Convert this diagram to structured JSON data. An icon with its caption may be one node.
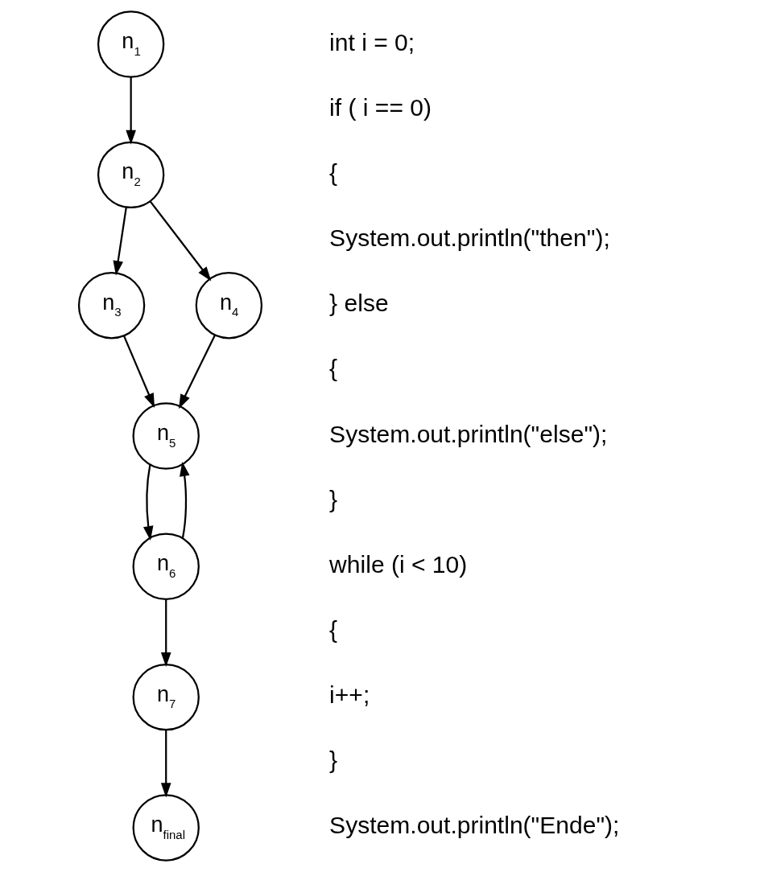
{
  "diagram": {
    "nodes": [
      {
        "text": [
          "n$_{1}$"
        ]
      },
      {
        "text": [
          "n$_{2}$"
        ]
      },
      {
        "text": [
          "n$_{3}$"
        ]
      },
      {
        "text": [
          "n$_{4}$"
        ]
      },
      {
        "text": [
          "n$_{5}$"
        ]
      },
      {
        "text": [
          "n$_{6}$"
        ]
      },
      {
        "text": [
          "n$_{7}$"
        ]
      },
      {
        "text": [
          "n$_{final}$"
        ]
      }
    ],
    "edges": [
      {
        "from": 0,
        "to": 1,
        "arrow": "to"
      },
      {
        "from": 1,
        "to": 2,
        "arrow": "to"
      },
      {
        "from": 1,
        "to": 3,
        "arrow": "to"
      },
      {
        "from": 2,
        "to": 4,
        "arrow": "to"
      },
      {
        "from": 3,
        "to": 4,
        "arrow": "to"
      },
      {
        "from": 4,
        "to": 5,
        "arrow": "to"
      },
      {
        "from": 5,
        "to": 4,
        "arrow": "to"
      },
      {
        "from": 5,
        "to": 6,
        "arrow": "to"
      },
      {
        "from": 6,
        "to": 7,
        "arrow": "to"
      }
    ],
    "labels": [
      "int i = 0;",
      "if ( i == 0)",
      "{",
      "System.out.println(\"then\");",
      "} else",
      "{",
      "System.out.println(\"else\");",
      "}",
      "while (i < 10)",
      "{",
      "i++;",
      "}",
      "System.out.println(\"Ende\");"
    ]
  }
}
